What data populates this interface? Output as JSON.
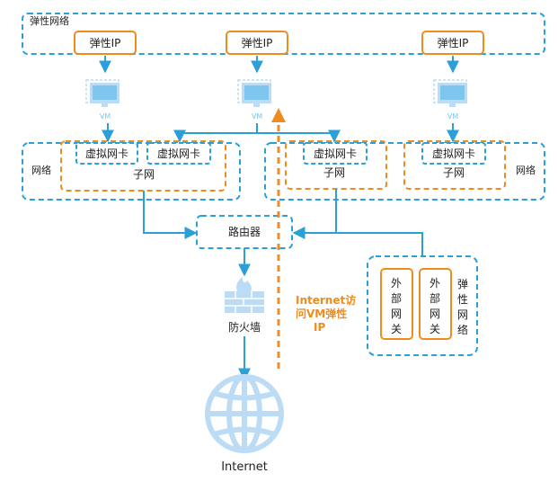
{
  "colors": {
    "blue": "#2a9fd8",
    "light_blue": "#7ec6ee",
    "icon_blue": "#bcdcf6",
    "orange": "#f08c1e"
  },
  "top_network": {
    "label": "弹性网络"
  },
  "elastic_ips": [
    {
      "label": "弹性IP"
    },
    {
      "label": "弹性IP"
    },
    {
      "label": "弹性IP"
    }
  ],
  "vms": [
    {
      "label": "VM",
      "icon": "monitor-icon"
    },
    {
      "label": "VM",
      "icon": "monitor-icon"
    },
    {
      "label": "VM",
      "icon": "monitor-icon"
    }
  ],
  "left_network": {
    "label": "网络",
    "subnet": {
      "label": "子网",
      "nics": [
        {
          "label": "虚拟网卡"
        },
        {
          "label": "虚拟网卡"
        }
      ]
    }
  },
  "right_network": {
    "label": "网络",
    "subnets": [
      {
        "label": "子网",
        "nic": {
          "label": "虚拟网卡"
        }
      },
      {
        "label": "子网",
        "nic": {
          "label": "虚拟网卡"
        }
      }
    ]
  },
  "router": {
    "label": "路由器"
  },
  "firewall": {
    "label": "防火墙",
    "icon": "firewall-icon"
  },
  "internet": {
    "label": "Internet",
    "icon": "globe-icon"
  },
  "elastic_network_group": {
    "label_chars": [
      "弹",
      "性",
      "网",
      "络"
    ],
    "gateways": [
      {
        "chars": [
          "外",
          "部",
          "网",
          "关"
        ]
      },
      {
        "chars": [
          "外",
          "部",
          "网",
          "关"
        ]
      }
    ]
  },
  "annotation": {
    "lines": [
      "Internet访",
      "问VM弹性",
      "IP"
    ]
  }
}
